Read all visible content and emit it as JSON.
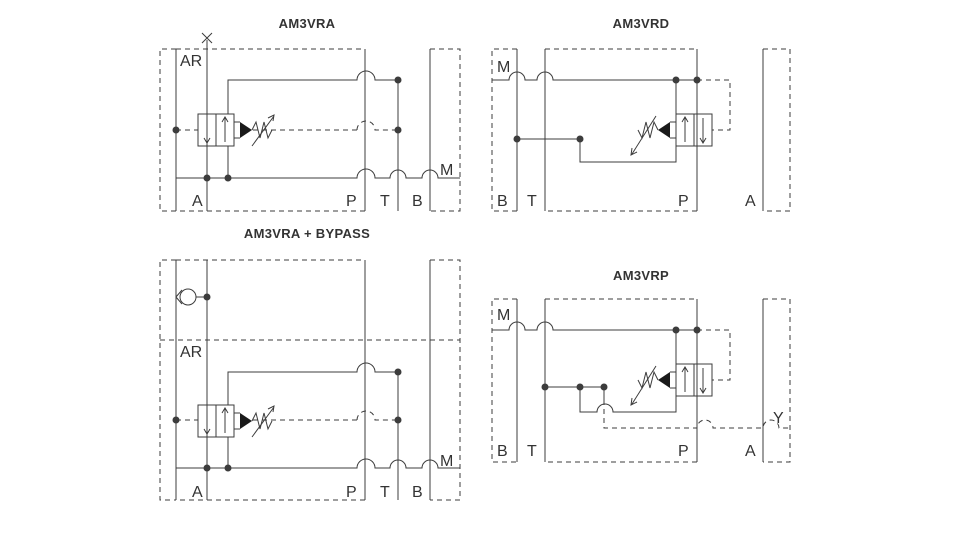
{
  "diagrams": {
    "am3vra": {
      "title": "AM3VRA",
      "labels": {
        "ar": "AR",
        "a": "A",
        "p": "P",
        "t": "T",
        "b": "B",
        "m": "M"
      }
    },
    "am3vrd": {
      "title": "AM3VRD",
      "labels": {
        "m": "M",
        "b": "B",
        "t": "T",
        "p": "P",
        "a": "A"
      }
    },
    "bypass": {
      "title": "AM3VRA + BYPASS",
      "labels": {
        "ar": "AR",
        "a": "A",
        "p": "P",
        "t": "T",
        "b": "B",
        "m": "M"
      }
    },
    "am3vrp": {
      "title": "AM3VRP",
      "labels": {
        "m": "M",
        "b": "B",
        "t": "T",
        "p": "P",
        "a": "A",
        "y": "Y"
      }
    }
  }
}
